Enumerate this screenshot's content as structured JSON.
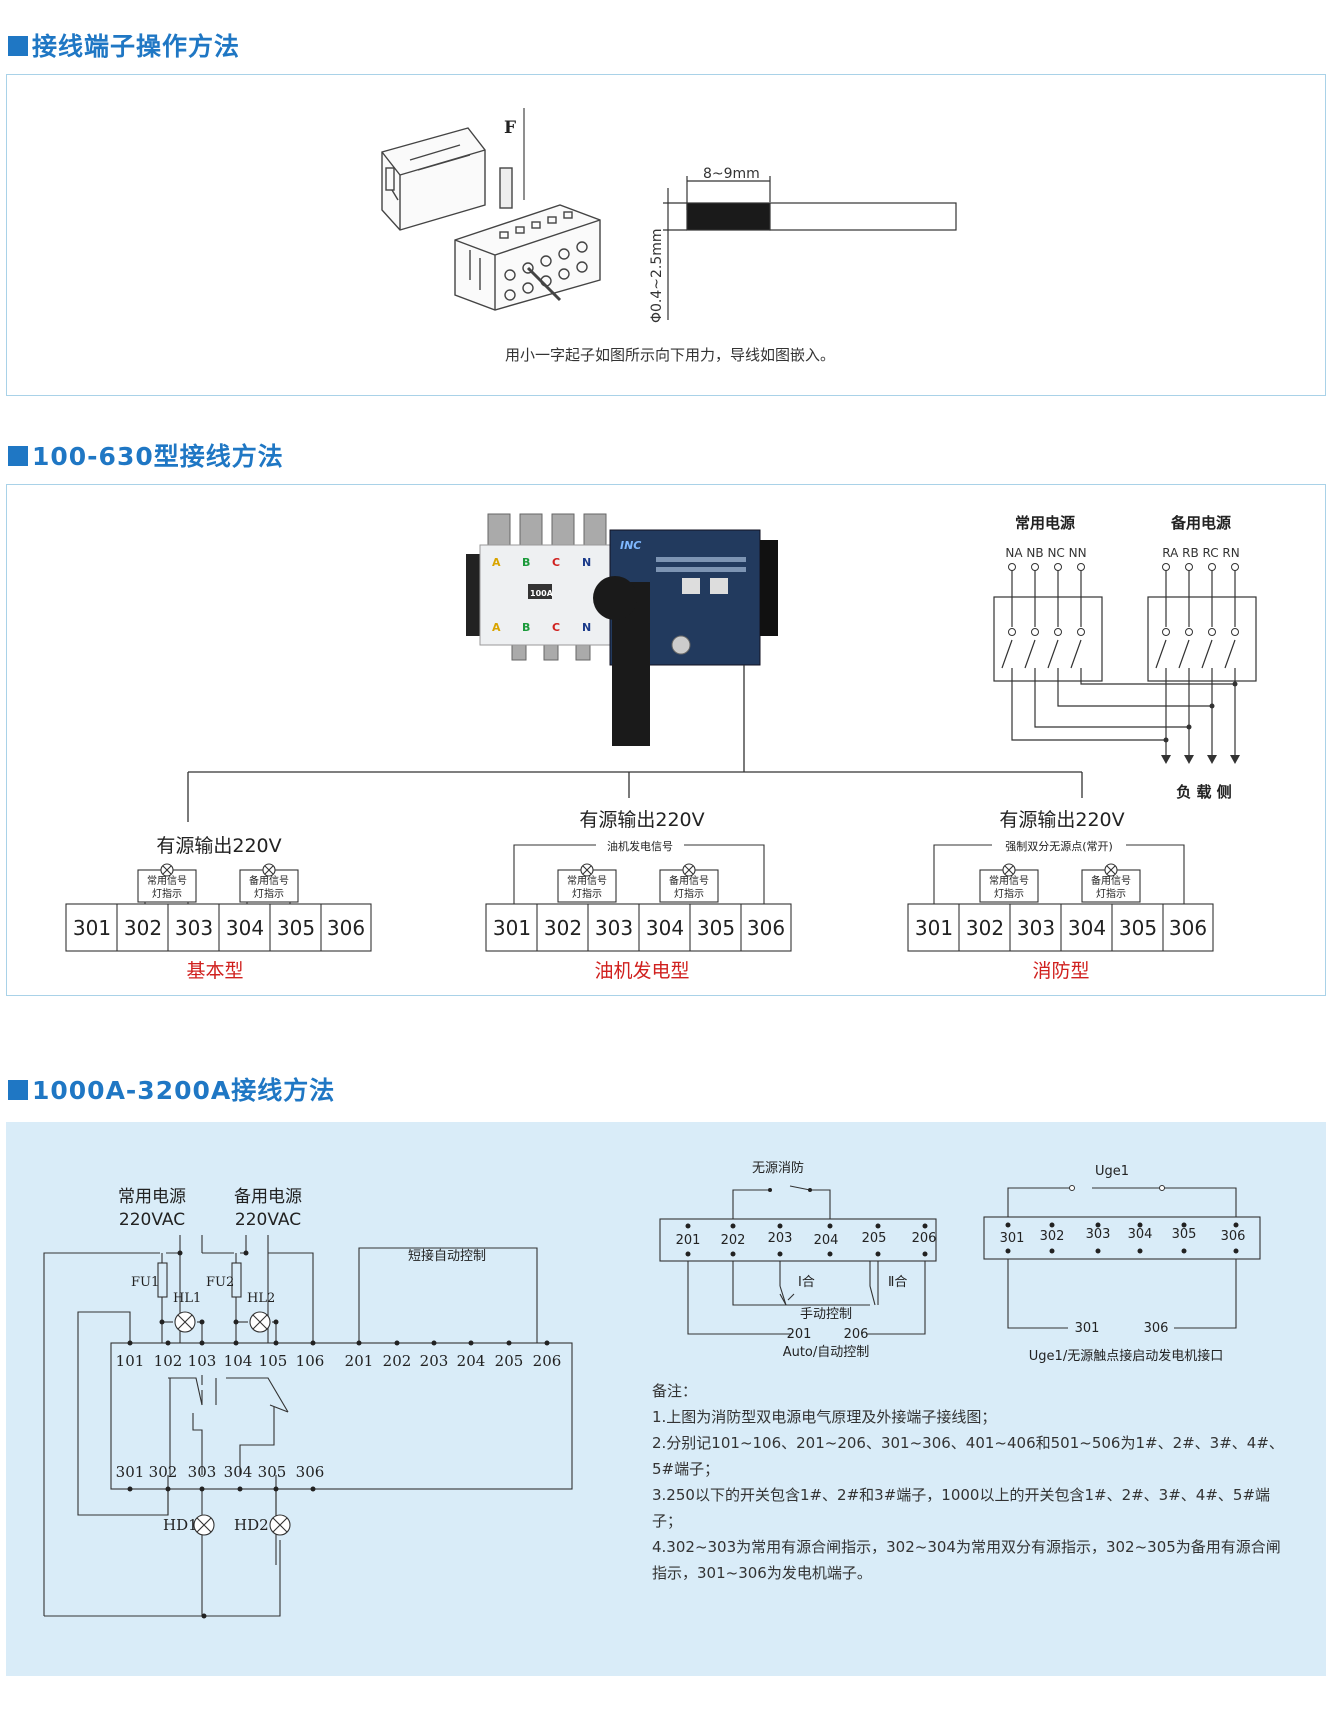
{
  "section1": {
    "title": "接线端子操作方法",
    "force_label": "F",
    "strip_length": "8~9mm",
    "wire_diameter": "Φ0.4~2.5mm",
    "caption": "用小一字起子如图所示向下用力，导线如图嵌入。"
  },
  "section2": {
    "title": "100-630型接线方法",
    "switch_labels": {
      "phase_a": "A",
      "phase_b": "B",
      "phase_c": "C",
      "phase_n": "N",
      "rating": "100A",
      "brand": "INC"
    },
    "common_source": "常用电源",
    "common_phases": "NA NB NC NN",
    "backup_source": "备用电源",
    "backup_phases": "RA RB RC RN",
    "load_side": "负 载 侧",
    "lamp_common": [
      "常用信号",
      "灯指示"
    ],
    "lamp_backup": [
      "备用信号",
      "灯指示"
    ],
    "terminals": [
      "301",
      "302",
      "303",
      "304",
      "305",
      "306"
    ],
    "groups": [
      {
        "output": "有源输出220V",
        "signal": "",
        "type": "基本型"
      },
      {
        "output": "有源输出220V",
        "signal": "油机发电信号",
        "type": "油机发电型"
      },
      {
        "output": "有源输出220V",
        "signal": "强制双分无源点(常开)",
        "type": "消防型"
      }
    ]
  },
  "section3": {
    "title": "1000A-3200A接线方法",
    "common_source": "常用电源",
    "common_voltage": "220VAC",
    "backup_source": "备用电源",
    "backup_voltage": "220VAC",
    "fuse1": "FU1",
    "fuse2": "FU2",
    "lamp1": "HL1",
    "lamp2": "HL2",
    "short_label": "短接自动控制",
    "row1": [
      "101",
      "102",
      "103",
      "104",
      "105",
      "106",
      "201",
      "202",
      "203",
      "204",
      "205",
      "206"
    ],
    "row2": [
      "301",
      "302",
      "303",
      "304",
      "305",
      "306"
    ],
    "hd1": "HD1",
    "hd2": "HD2",
    "diagram2": {
      "fire": "无源消防",
      "terminals": [
        "201",
        "202",
        "203",
        "204",
        "205",
        "206"
      ],
      "close1": "Ⅰ合",
      "close2": "Ⅱ合",
      "manual": "手动控制",
      "t201": "201",
      "t206": "206",
      "auto": "Auto/自动控制"
    },
    "diagram3": {
      "uge": "Uge1",
      "terminals": [
        "301",
        "302",
        "303",
        "304",
        "305",
        "306"
      ],
      "t301": "301",
      "t306": "306",
      "caption": "Uge1/无源触点接启动发电机接口"
    },
    "notes": [
      "备注：",
      "1.上图为消防型双电源电气原理及外接端子接线图；",
      "2.分别记101~106、201~206、301~306、401~406和501~506为1#、2#、3#、4#、5#端子；",
      "3.250以下的开关包含1#、2#和3#端子，1000以上的开关包含1#、2#、3#、4#、5#端子；",
      "4.302~303为常用有源合闸指示，302~304为常用双分有源指示，302~305为备用有源合闸指示，301~306为发电机端子。"
    ]
  }
}
